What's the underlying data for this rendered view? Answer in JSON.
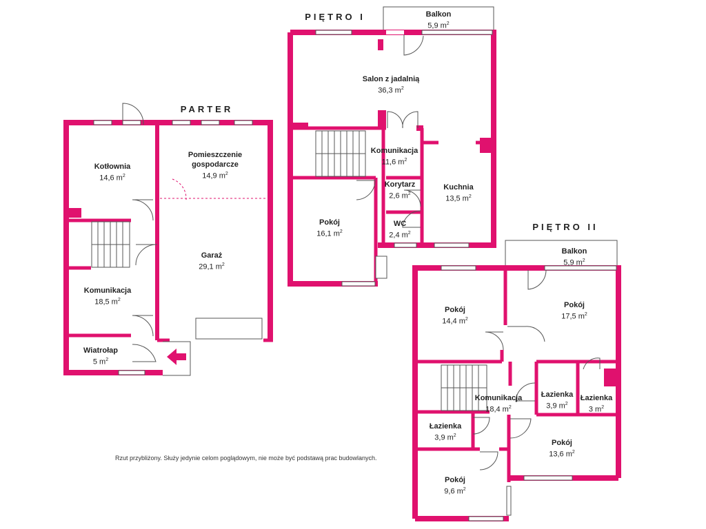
{
  "floors": {
    "parter": "PARTER",
    "pietro1": "PIĘTRO I",
    "pietro2": "PIĘTRO II"
  },
  "rooms": {
    "kotlownia": {
      "name": "Kotłownia",
      "area": "14,6 m"
    },
    "pomieszczenie": {
      "name": "Pomieszczenie",
      "name2": "gospodarcze",
      "area": "14,9 m"
    },
    "garaz": {
      "name": "Garaż",
      "area": "29,1 m"
    },
    "komunikacja_p": {
      "name": "Komunikacja",
      "area": "18,5 m"
    },
    "wiatrolap": {
      "name": "Wiatrołap",
      "area": "5 m"
    },
    "balkon1": {
      "name": "Balkon",
      "area": "5,9 m"
    },
    "salon": {
      "name": "Salon z jadalnią",
      "area": "36,3 m"
    },
    "komunikacja_1": {
      "name": "Komunikacja",
      "area": "11,6 m"
    },
    "korytarz": {
      "name": "Korytarz",
      "area": "2,6 m"
    },
    "kuchnia": {
      "name": "Kuchnia",
      "area": "13,5 m"
    },
    "pokoj_1": {
      "name": "Pokój",
      "area": "16,1 m"
    },
    "wc": {
      "name": "WC",
      "area": "2,4 m"
    },
    "balkon2": {
      "name": "Balkon",
      "area": "5,9 m"
    },
    "pokoj_a": {
      "name": "Pokój",
      "area": "14,4 m"
    },
    "pokoj_b": {
      "name": "Pokój",
      "area": "17,5 m"
    },
    "lazienka_a": {
      "name": "Łazienka",
      "area": "3,9 m"
    },
    "lazienka_b": {
      "name": "Łazienka",
      "area": "3 m"
    },
    "komunikacja_2": {
      "name": "Komunikacja",
      "area": "18,4 m"
    },
    "lazienka_c": {
      "name": "Łazienka",
      "area": "3,9 m"
    },
    "pokoj_c": {
      "name": "Pokój",
      "area": "13,6 m"
    },
    "pokoj_d": {
      "name": "Pokój",
      "area": "9,6 m"
    }
  },
  "superscript": "2",
  "note": "Rzut przybliżony. Służy jedynie celom poglądowym, nie może być podstawą prac budowlanych.",
  "colors": {
    "wall": "#e0116e",
    "line": "#555555"
  }
}
